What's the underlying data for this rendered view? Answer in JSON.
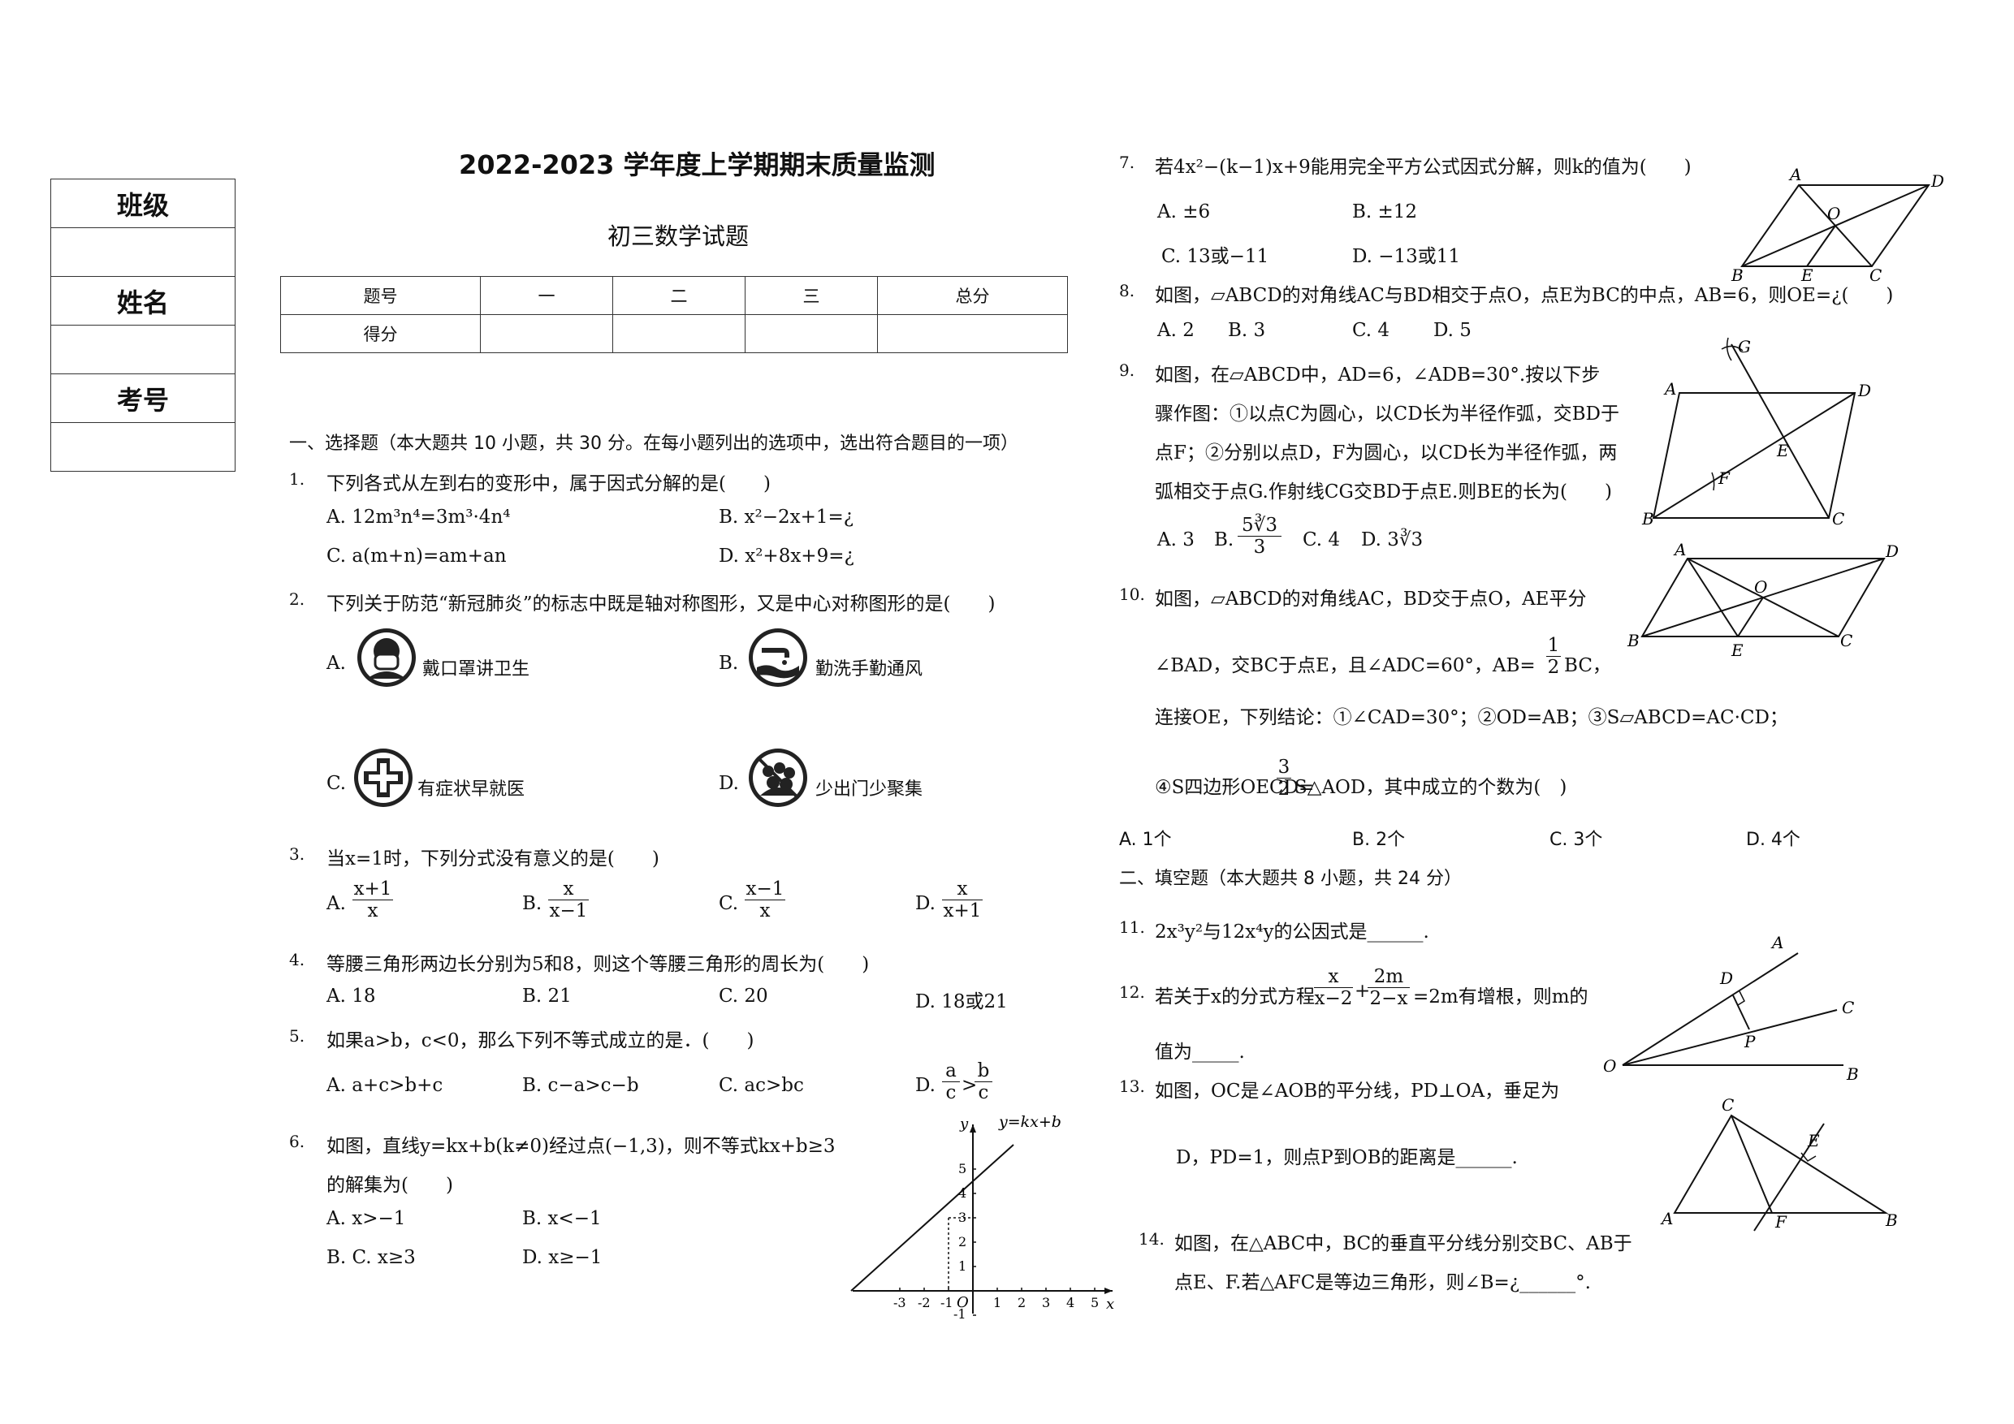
{
  "header": {
    "title": "2022-2023 学年度上学期期末质量监测",
    "subtitle": "初三数学试题"
  },
  "info_box": [
    "班级",
    "",
    "姓名",
    "",
    "考号",
    ""
  ],
  "score_table": {
    "row1": [
      "题号",
      "一",
      "二",
      "三",
      "总分"
    ],
    "row2": [
      "得分",
      "",
      "",
      "",
      ""
    ]
  },
  "section1": {
    "heading": "一、选择题（本大题共 10 小题，共 30 分。在每小题列出的选项中，选出符合题目的一项）"
  },
  "questions": {
    "q1": {
      "num": "1.",
      "stem": "下列各式从左到右的变形中，属于因式分解的是(　　)",
      "a": "A. 12m³n⁴=3m³·4n⁴",
      "b": "B. x²−2x+1=¿",
      "c": "C. a(m+n)=am+an",
      "d": "D. x²+8x+9=¿"
    },
    "q2": {
      "num": "2.",
      "stem": "下列关于防范“新冠肺炎”的标志中既是轴对称图形，又是中心对称图形的是(　　)",
      "a": "A.",
      "a_label": "戴口罩讲卫生",
      "b": "B.",
      "b_label": "勤洗手勤通风",
      "c": "C.",
      "c_label": "有症状早就医",
      "d": "D.",
      "d_label": "少出门少聚集"
    },
    "q3": {
      "num": "3.",
      "stem": "当x=1时，下列分式没有意义的是(　　)",
      "a": "A.",
      "a_n": "x+1",
      "a_d": "x",
      "b": "B.",
      "b_n": "x",
      "b_d": "x−1",
      "c": "C.",
      "c_n": "x−1",
      "c_d": "x",
      "d": "D.",
      "d_n": "x",
      "d_d": "x+1"
    },
    "q4": {
      "num": "4.",
      "stem": "等腰三角形两边长分别为5和8，则这个等腰三角形的周长为(　　)",
      "a": "A. 18",
      "b": "B. 21",
      "c": "C. 20",
      "d": "D. 18或21"
    },
    "q5": {
      "num": "5.",
      "stem": "如果a>b，c<0，那么下列不等式成立的是．(　　)",
      "a": "A. a+c>b+c",
      "b": "B. c−a>c−b",
      "c": "C. ac>bc",
      "d": "D.",
      "d_l": "a",
      "d_ld": "c",
      "d_r": "b",
      "d_rd": "c"
    },
    "q6": {
      "num": "6.",
      "stem1": "如图，直线y=kx+b(k≠0)经过点(−1,3)，则不等式kx+b≥3",
      "stem2": "的解集为(　　)",
      "a": "A. x>−1",
      "b": "B. x<−1",
      "c": "B. C. x≥3",
      "d": "D. x≥−1"
    },
    "q7": {
      "num": "7.",
      "stem": "若4x²−(k−1)x+9能用完全平方公式因式分解，则k的值为(　　)",
      "a": "A. ±6",
      "b": "B. ±12",
      "c": "C. 13或−11",
      "d": "D. −13或11"
    },
    "q8": {
      "num": "8.",
      "stem": "如图，▱ABCD的对角线AC与BD相交于点O，点E为BC的中点，AB=6，则OE=¿(　　)",
      "a": "A. 2",
      "b": "B. 3",
      "c": "C. 4",
      "d": "D. 5"
    },
    "q9": {
      "num": "9.",
      "l1": "如图，在▱ABCD中，AD=6，∠ADB=30°.按以下步",
      "l2": "骤作图：①以点C为圆心，以CD长为半径作弧，交BD于",
      "l3": "点F；②分别以点D，F为圆心，以CD长为半径作弧，两",
      "l4": "弧相交于点G.作射线CG交BD于点E.则BE的长为(　　)",
      "a": "A. 3",
      "b": "B.",
      "b_n": "5∛3",
      "b_d": "3",
      "c": "C. 4",
      "d": "D. 3∛3"
    },
    "q10": {
      "num": "10.",
      "l1": "如图，▱ABCD的对角线AC，BD交于点O，AE平分",
      "l2a": "∠BAD，交BC于点E，且∠ADC=60°，AB=",
      "l2_n": "1",
      "l2_d": "2",
      "l2b": "BC，",
      "l3": "连接OE，下列结论：①∠CAD=30°；②OD=AB；③S▱ABCD=AC·CD；",
      "l4a": "④S四边形OECD=",
      "l4_n": "3",
      "l4_d": "2",
      "l4b": "S△AOD，其中成立的个数为(　)",
      "a": "A. 1个",
      "b": "B. 2个",
      "c": "C. 3个",
      "d": "D. 4个"
    },
    "section2": "二、填空题（本大题共 8 小题，共 24 分）",
    "q11": {
      "num": "11.",
      "stem": "2x³y²与12x⁴y的公因式是______."
    },
    "q12": {
      "num": "12.",
      "stem_a": "若关于x的分式方程",
      "f1_n": "x",
      "f1_d": "x−2",
      "plus": "+",
      "f2_n": "2m",
      "f2_d": "2−x",
      "stem_b": "=2m有增根，则m的",
      "l2": "值为_____."
    },
    "q13": {
      "num": "13.",
      "l1": "如图，OC是∠AOB的平分线，PD⊥OA，垂足为",
      "l2": "D，PD=1，则点P到OB的距离是______."
    },
    "q14": {
      "num": "14.",
      "l1": "如图，在△ABC中，BC的垂直平分线分别交BC、AB于",
      "l2": "点E、F.若△AFC是等边三角形，则∠B=¿______°."
    }
  },
  "figures": {
    "graph_line_label": "y=kx+b",
    "graph_x_ticks": [
      "-3",
      "-2",
      "-1",
      "O",
      "1",
      "2",
      "3",
      "4",
      "5"
    ],
    "graph_y_ticks": [
      "5",
      "4",
      "3",
      "2",
      "1",
      "-1"
    ],
    "graph_axis_x": "x",
    "graph_axis_y": "y",
    "fig7_labels": [
      "A",
      "D",
      "O",
      "B",
      "E",
      "C"
    ],
    "fig9_labels": [
      "G",
      "A",
      "D",
      "E",
      "F",
      "B",
      "C"
    ],
    "fig10_labels": [
      "A",
      "D",
      "O",
      "B",
      "E",
      "C"
    ],
    "fig12_labels": [
      "A",
      "D",
      "C",
      "P",
      "O",
      "B"
    ],
    "fig14_labels": [
      "C",
      "E",
      "A",
      "F",
      "B"
    ]
  }
}
